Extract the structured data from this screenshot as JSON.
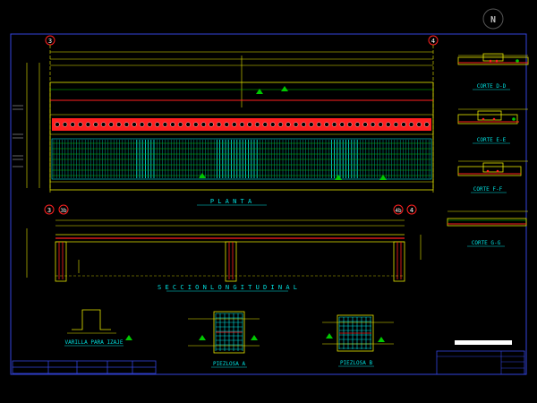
{
  "compass": {
    "label": "N"
  },
  "colors": {
    "background": "#000000",
    "frame": "#3344dd",
    "dim": "#e6e600",
    "rebar_main": "#ff2020",
    "stirrup": "#00e0e0",
    "green": "#00c800",
    "white": "#ffffff",
    "magenta": "#ff40ff"
  },
  "grid_markers": {
    "plan_left": "3",
    "plan_right": "4",
    "section_left": "3",
    "section_left_b": "3b",
    "section_right_b": "4b",
    "section_right": "4"
  },
  "views": {
    "planta": "P L A N T A",
    "seccion": "S E C C I O N   L O N G I T U D I N A L",
    "corte_dd": "CORTE D-D",
    "corte_ee": "CORTE E-E",
    "corte_ff": "CORTE F-F",
    "corte_gg": "CORTE G-G",
    "varilla": "VARILLA PARA IZAJE",
    "pieza_a": "PIEZLOSA A",
    "pieza_b": "PIEZLOSA B"
  }
}
